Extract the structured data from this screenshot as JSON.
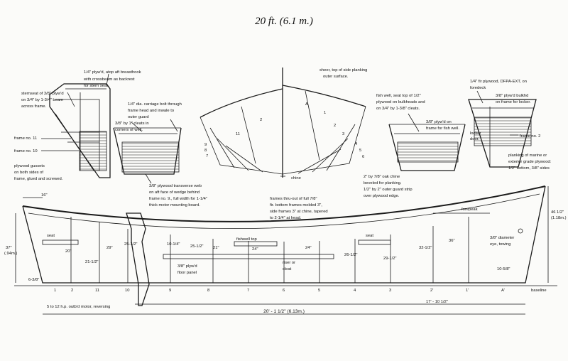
{
  "title": "20 ft. (6.1 m.)",
  "notes": {
    "breasthook": [
      "1/4\" plyw'd, atop aft breasthook",
      "with crossbeam as backrest",
      "for stern seat."
    ],
    "sternseat": [
      "sternseat of 3/8\" plyw'd",
      "on 3/4\" by 1-3/4\" beam",
      "across frame."
    ],
    "frame11": "frame no. 11",
    "frame10": "frame no. 10",
    "gussets": [
      "plywood gussets",
      "on both sides of",
      "frame, glued and screwed."
    ],
    "carriage_bolt": [
      "1/4\" dia. carriage bolt through",
      "frame head and inwale to",
      "outer guard"
    ],
    "cleats_well": [
      "3/8\" by 1\" cleats in",
      "corners of well."
    ],
    "transverse_web": [
      "3/8\" plywood transverse web",
      "on aft face of wedge behind",
      "frame no. 9., full width for 1-1/4\"",
      "thick motor mounting board."
    ],
    "sheer": [
      "sheer, top of side planking",
      "outer surface."
    ],
    "chine": "chine",
    "fish_well_seat": [
      "fish well, seat top of 1/2\"",
      "plywood on bulkheads and",
      "on 3/4\" by 1-3/8\" cleats."
    ],
    "fish_well_frame": [
      "3/8\" plyw'd on",
      "frame for fish well."
    ],
    "locker_door": [
      "locker",
      "door."
    ],
    "foredeck": [
      "1/4\" fir plywood, DFPA-EXT, on",
      "foredeck"
    ],
    "bulkhead": [
      "3/8\" plyw'd bulkhd",
      "on frame for locker."
    ],
    "frame2": "frame no. 2",
    "planking": [
      "planking of marine or",
      "exterior grade plywood:",
      "1/2\" bottom, 3/8\" sides"
    ],
    "oak_chine": [
      "2\" by 7/8\" oak chine",
      "beveled for planking.",
      "1/2\" by 2\" outer guard strip",
      "over plywood edge."
    ],
    "frames_thru": [
      "frames thru-out of full 7/8\"",
      "fir. bottom frames molded 3\",",
      "side frames 3\" at chine, tapered",
      "to 2-1/4\" at head."
    ],
    "forepeak": "forepeak",
    "towing_eye": [
      "3/8\" diameter",
      "eye, towing"
    ],
    "seat_aft": "seat",
    "seat_fwd": "seat",
    "fishwell_top": "fishwell top",
    "riser": [
      "riser or",
      "cleat"
    ],
    "floor_panel": [
      "3/8\" plyw'd",
      "floor panel"
    ],
    "baseline": "baseline",
    "motor": "5 to 12 h.p. outb'd motor, reversing",
    "overall_length": "20' - 1 1/2\" (6.13m.)",
    "fwd_length": "17' - 10 1/2\"",
    "stern_height": [
      "37\"",
      "(.94m.)"
    ],
    "bow_height": [
      "46 1/2\"",
      "(1.18m.)"
    ],
    "dim_16": "16\"",
    "dims_profile": [
      "6-3/8\"",
      "20\"",
      "21-1/2\"",
      "29\"",
      "25-1/2\"",
      "10-1/4\"",
      "25-1/2\"",
      "21\"",
      "24\"",
      "24\"",
      "26-1/2\"",
      "29-1/2\"",
      "32-1/2\"",
      "36\"",
      "10-5/8\""
    ],
    "stations": [
      "1",
      "2",
      "11",
      "10",
      "9",
      "8",
      "7",
      "6",
      "5",
      "4",
      "3",
      "2'",
      "1'",
      "A'"
    ],
    "section_numbers_left": [
      "9",
      "8",
      "7",
      "11",
      "2"
    ],
    "section_numbers_right": [
      "A",
      "1",
      "2",
      "3",
      "4",
      "5",
      "6"
    ]
  },
  "colors": {
    "ink": "#1a1a1a",
    "paper": "#fbfbf9"
  }
}
